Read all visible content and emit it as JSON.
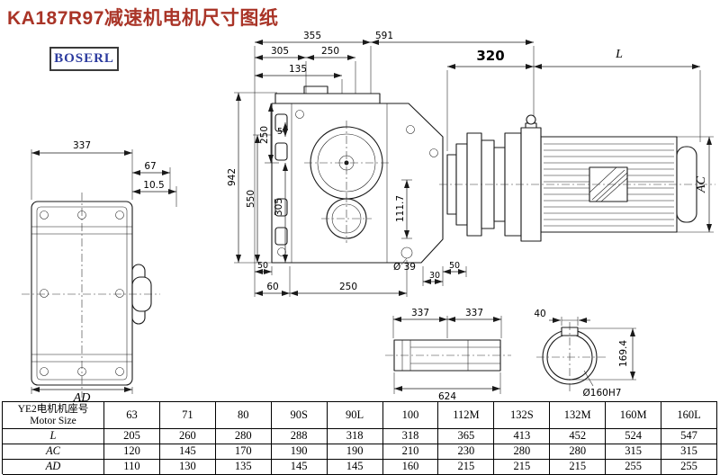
{
  "page": {
    "title": "KA187R97减速机电机尺寸图纸",
    "title_color": "#a93427",
    "logo_text": "BOSERL",
    "logo_color": "#2b3a9e"
  },
  "dims": {
    "front": {
      "width": "337",
      "boss_offset": "67",
      "boss_step": "10.5",
      "overall": "AD"
    },
    "main_top": {
      "d1": "355",
      "d2": "591",
      "d3": "305",
      "d4": "250",
      "d5": "135"
    },
    "main_left": {
      "d1": "942",
      "d2": "550",
      "d3": "250",
      "d4": "5",
      "d5": "305"
    },
    "main_right": {
      "d1": "111.7"
    },
    "main_bottom": {
      "d1": "50",
      "d2": "60",
      "d3": "250",
      "d4": "Ø 39",
      "d5": "30",
      "d6": "50"
    },
    "motor": {
      "d1": "320",
      "d2": "L",
      "d3": "AC"
    },
    "shaft": {
      "d1": "337",
      "d2": "337",
      "d3": "624"
    },
    "bore": {
      "d1": "40",
      "d2": "169.4",
      "d3": "Ø160H7"
    }
  },
  "table": {
    "header_cn": "YE2电机机座号",
    "header_en": "Motor Size",
    "sizes": [
      "63",
      "71",
      "80",
      "90S",
      "90L",
      "100",
      "112M",
      "132S",
      "132M",
      "160M",
      "160L"
    ],
    "rows": [
      {
        "label": "L",
        "values": [
          "205",
          "260",
          "280",
          "288",
          "318",
          "318",
          "365",
          "413",
          "452",
          "524",
          "547"
        ]
      },
      {
        "label": "AC",
        "values": [
          "120",
          "145",
          "170",
          "190",
          "190",
          "210",
          "230",
          "280",
          "280",
          "315",
          "315"
        ]
      },
      {
        "label": "AD",
        "values": [
          "110",
          "130",
          "135",
          "145",
          "145",
          "160",
          "215",
          "215",
          "215",
          "255",
          "255"
        ]
      }
    ]
  }
}
